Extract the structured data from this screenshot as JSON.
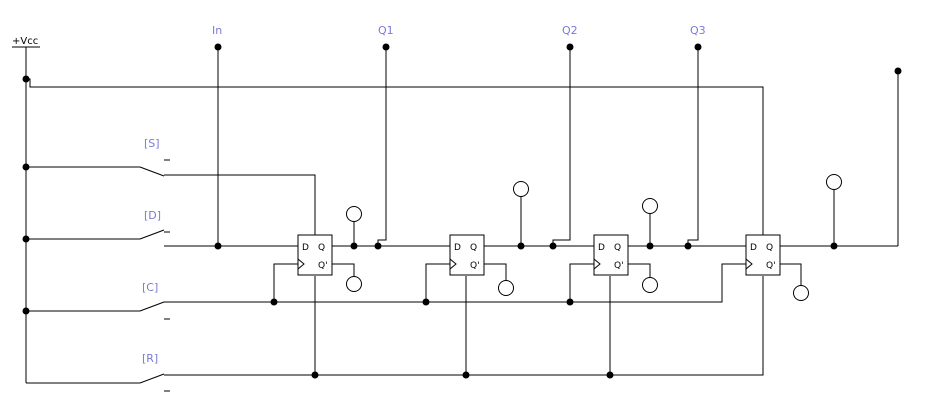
{
  "supply": {
    "label": "+Vcc"
  },
  "nets": {
    "in_label": "In",
    "q1_label": "Q1",
    "q2_label": "Q2",
    "q3_label": "Q3"
  },
  "switches": {
    "s_label": "[S]",
    "d_label": "[D]",
    "c_label": "[C]",
    "r_label": "[R]"
  },
  "flipflop_pins": {
    "d": "D",
    "q": "Q",
    "qbar": "Q'"
  }
}
